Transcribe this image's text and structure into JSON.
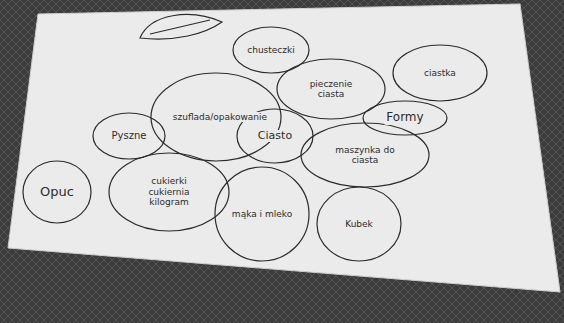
{
  "diagram": {
    "nodes": [
      {
        "text": [
          "Ciasto"
        ]
      },
      {
        "text": [
          "chusteczki"
        ]
      },
      {
        "text": [
          "szuflada/opakowanie"
        ]
      },
      {
        "text": [
          "pieczenie ciasta"
        ]
      },
      {
        "text": [
          "ciastka"
        ]
      },
      {
        "text": [
          "Formy"
        ]
      },
      {
        "text": [
          "maszynka do ciasta"
        ]
      },
      {
        "text": [
          "Kubek"
        ]
      },
      {
        "text": [
          "mąka i mleko"
        ]
      },
      {
        "text": [
          "cukierki cukiernia kilogram"
        ]
      },
      {
        "text": [
          "Pyszne"
        ]
      },
      {
        "text": [
          "Opuc"
        ]
      }
    ]
  }
}
